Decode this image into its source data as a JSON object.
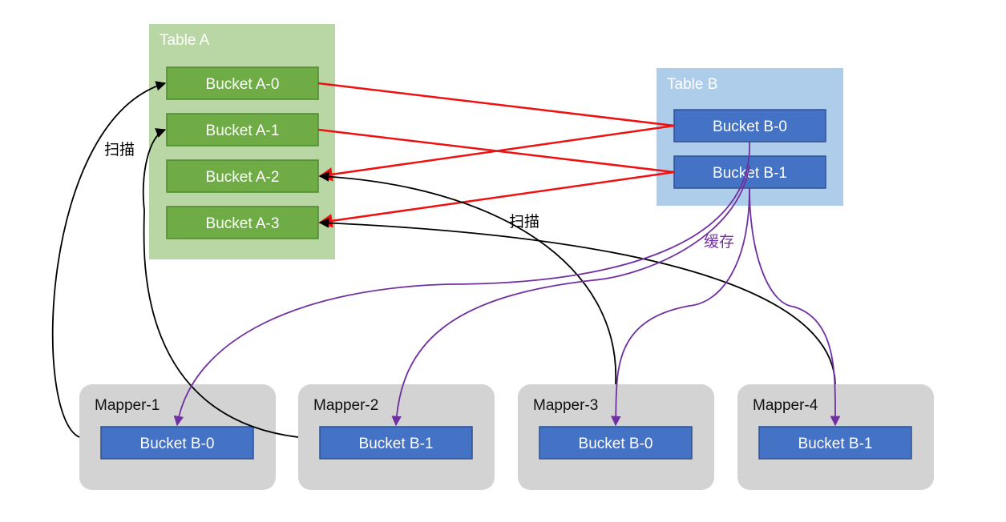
{
  "table_a": {
    "title": "Table A",
    "buckets": [
      "Bucket A-0",
      "Bucket A-1",
      "Bucket A-2",
      "Bucket A-3"
    ]
  },
  "table_b": {
    "title": "Table B",
    "buckets": [
      "Bucket B-0",
      "Bucket B-1"
    ]
  },
  "mappers": [
    {
      "title": "Mapper-1",
      "bucket": "Bucket B-0"
    },
    {
      "title": "Mapper-2",
      "bucket": "Bucket B-1"
    },
    {
      "title": "Mapper-3",
      "bucket": "Bucket B-0"
    },
    {
      "title": "Mapper-4",
      "bucket": "Bucket B-1"
    }
  ],
  "annotations": {
    "scan_left": "扫描",
    "scan_middle": "扫描",
    "cache": "缓存"
  },
  "colors": {
    "table_a_bg": "#b9d7a4",
    "bucket_a": "#6fac46",
    "bucket_a_border": "#4e8a2f",
    "table_b_bg": "#adcdea",
    "bucket_b": "#4472c4",
    "bucket_b_border": "#2f528f",
    "mapper_bg": "#d3d3d3",
    "join_line": "#ee1111",
    "scan_line": "#000000",
    "cache_line": "#7030a0"
  }
}
